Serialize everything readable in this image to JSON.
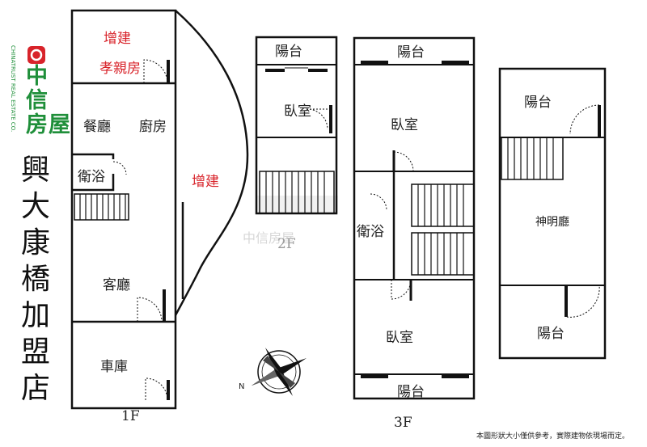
{
  "brand": {
    "name": "中信房屋",
    "name_chars": [
      "中",
      "信",
      "房",
      "屋"
    ],
    "subtitle": "CHINATRUST REAL ESTATE CO.",
    "color": "#1f8f3a",
    "logo_color": "#d8232a"
  },
  "title_chars": [
    "興",
    "大",
    "康",
    "橋",
    "加",
    "盟",
    "店"
  ],
  "floors": {
    "f1": {
      "label": "1F",
      "rooms": {
        "addition_top_1": "增建",
        "addition_top_2": "孝親房",
        "dining": "餐廳",
        "kitchen": "廚房",
        "bath": "衛浴",
        "living": "客廳",
        "garage": "車庫",
        "addition_side": "增建"
      }
    },
    "f2": {
      "label": "2F",
      "rooms": {
        "balcony": "陽台",
        "bedroom": "臥室"
      }
    },
    "f3": {
      "label": "3F",
      "rooms": {
        "balcony_top": "陽台",
        "bedroom_top": "臥室",
        "bath": "衛浴",
        "bedroom_bottom": "臥室",
        "balcony_bottom": "陽台"
      }
    },
    "f4": {
      "rooms": {
        "balcony_top": "陽台",
        "shrine": "神明廳",
        "balcony_bottom": "陽台"
      }
    }
  },
  "compass": {
    "label": "N"
  },
  "watermark": "中信房屋",
  "disclaimer": "本圖形狀大小僅供參考，實際建物依現場而定。"
}
